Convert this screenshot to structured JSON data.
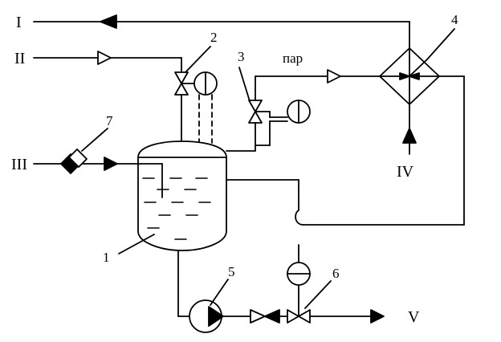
{
  "streams": {
    "s1": "I",
    "s2": "II",
    "s3": "III",
    "s4": "IV",
    "s5": "V"
  },
  "steam_label": "пар",
  "numbers": {
    "n1": "1",
    "n2": "2",
    "n3": "3",
    "n4": "4",
    "n5": "5",
    "n6": "6",
    "n7": "7"
  },
  "colors": {
    "line": "#000000",
    "background": "#ffffff"
  }
}
